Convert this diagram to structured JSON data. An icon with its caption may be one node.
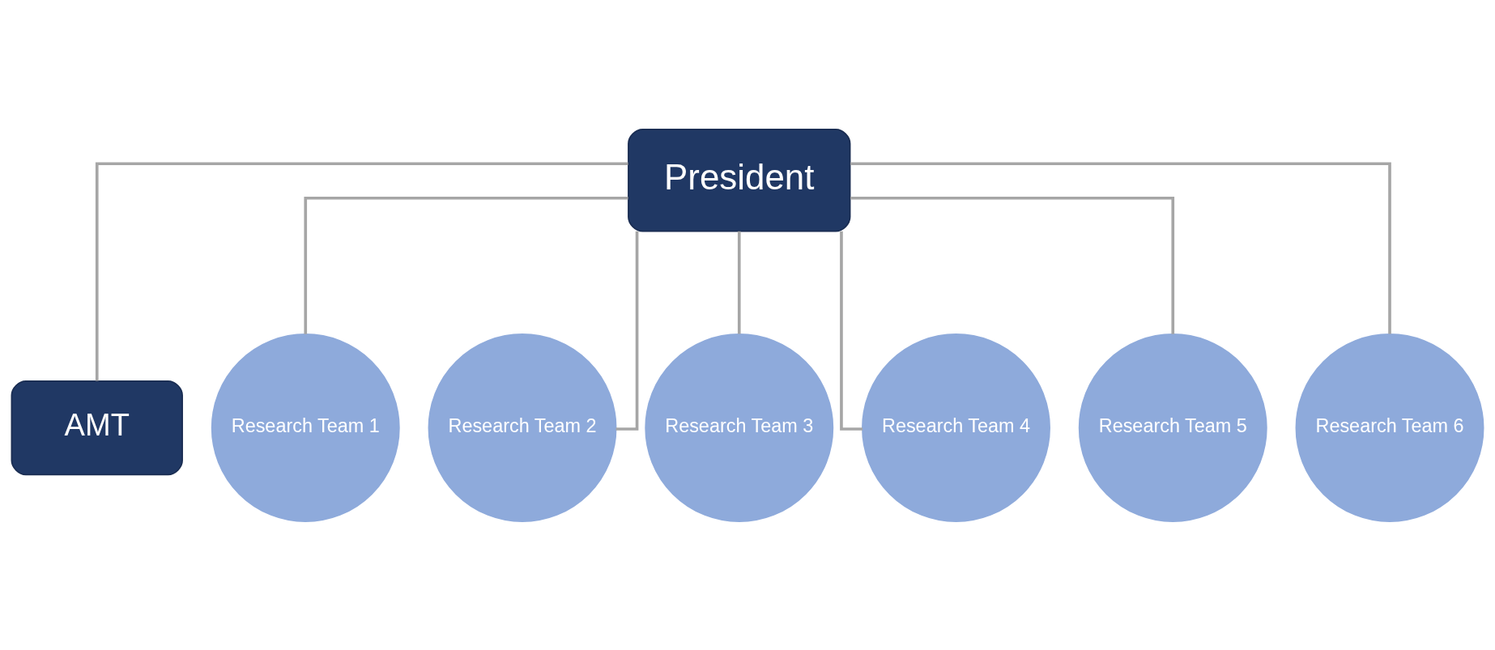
{
  "diagram": {
    "nodes": [
      {
        "text": [
          "President"
        ]
      },
      {
        "text": [
          "AMT"
        ]
      },
      {
        "text": [
          "Research Team 1"
        ]
      },
      {
        "text": [
          "Research Team 2"
        ]
      },
      {
        "text": [
          "Research Team 3"
        ]
      },
      {
        "text": [
          "Research Team 4"
        ]
      },
      {
        "text": [
          "Research Team 5"
        ]
      },
      {
        "text": [
          "Research Team 6"
        ]
      }
    ],
    "edges": [
      {
        "from": 0,
        "to": 1,
        "arrow": "none"
      },
      {
        "from": 0,
        "to": 2,
        "arrow": "none"
      },
      {
        "from": 0,
        "to": 3,
        "arrow": "none"
      },
      {
        "from": 0,
        "to": 4,
        "arrow": "none"
      },
      {
        "from": 0,
        "to": 5,
        "arrow": "none"
      },
      {
        "from": 0,
        "to": 6,
        "arrow": "none"
      },
      {
        "from": 0,
        "to": 7,
        "arrow": "none"
      }
    ]
  }
}
